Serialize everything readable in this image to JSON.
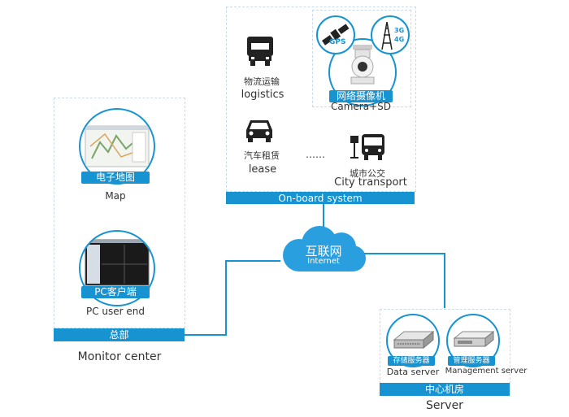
{
  "monitor": {
    "map_cn": "电子地图",
    "map_en": "Map",
    "pc_cn": "PC客户端",
    "pc_en": "PC user end",
    "bar_cn": "总部",
    "title_en": "Monitor center"
  },
  "onboard": {
    "logistics_cn": "物流运输",
    "logistics_en": "logistics",
    "lease_cn": "汽车租赁",
    "lease_en": "lease",
    "ellipsis": "……",
    "city_cn": "城市公交",
    "city_en": "City transport",
    "camera_cn": "网络摄像机",
    "camera_en": "Camera+SD",
    "gps": "GPS",
    "net3g": "3G",
    "net4g": "4G",
    "bar_en": "On-board system"
  },
  "internet": {
    "cn": "互联网",
    "en": "Internet"
  },
  "server": {
    "data_cn": "存储服务器",
    "data_en": "Data server",
    "mgmt_cn": "管理服务器",
    "mgmt_en": "Management server",
    "bar_cn": "中心机房",
    "title_en": "Server"
  },
  "colors": {
    "accent": "#1793d1",
    "cloud": "#2a9fe0"
  }
}
